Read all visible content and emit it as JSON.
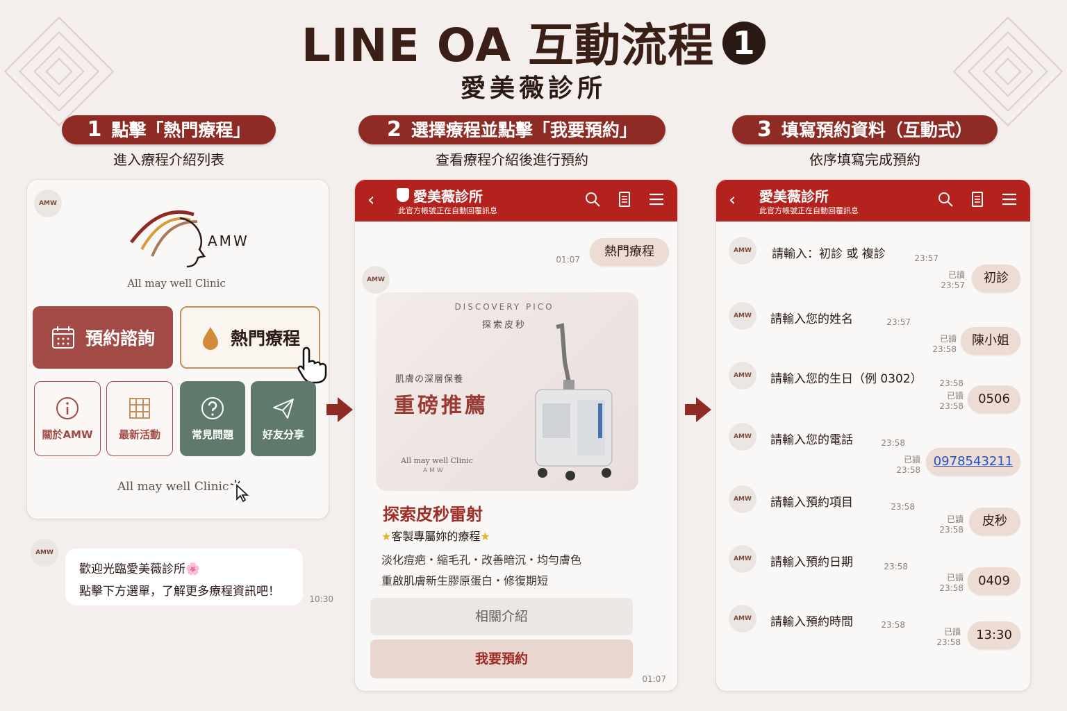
{
  "header": {
    "title": "LINE OA 互動流程",
    "title_number": "1",
    "subtitle": "愛美薇診所"
  },
  "steps": [
    {
      "num": "1",
      "label": "點擊「熱門療程」",
      "sub": "進入療程介紹列表"
    },
    {
      "num": "2",
      "label": "選擇療程並點擊「我要預約」",
      "sub": "查看療程介紹後進行預約"
    },
    {
      "num": "3",
      "label": "填寫預約資料（互動式）",
      "sub": "依序填寫完成預約"
    }
  ],
  "avatar_text": "AMW",
  "panel1": {
    "logo_text": "AMW",
    "logo_caption": "All may well Clinic",
    "buttons": {
      "booking": "預約諮詢",
      "hot": "熱門療程",
      "about": "關於AMW",
      "news": "最新活動",
      "faq": "常見問題",
      "share": "好友分享"
    },
    "footer": "All may well Clinic",
    "welcome_line1": "歡迎光臨愛美薇診所🌸",
    "welcome_line2": "點擊下方選單，了解更多療程資訊吧！",
    "welcome_time": "10:30"
  },
  "chat_header": {
    "name": "愛美薇診所",
    "auto_reply": "此官方帳號正在自動回覆訊息"
  },
  "panel2": {
    "sent_msg": "熱門療程",
    "sent_time": "01:07",
    "card": {
      "eyebrow": "DISCOVERY PICO",
      "eyebrow_cn": "探索皮秒",
      "tagline": "肌膚の深層保養",
      "headline": "重磅推薦",
      "brand": "All may well Clinic",
      "brand_sub": "AMW",
      "title": "探索皮秒雷射",
      "subtitle": "客製專屬妳的療程",
      "desc1": "淡化痘疤・縮毛孔・改善暗沉・均勻膚色",
      "desc2": "重啟肌膚新生膠原蛋白・修復期短"
    },
    "btn_info": "相關介紹",
    "btn_book": "我要預約",
    "card_time": "01:07"
  },
  "panel3": {
    "read_label": "已讀",
    "rows": [
      {
        "q": "請輸入：初診 或 複診",
        "q_time": "23:57",
        "a": "初診",
        "a_time": "23:57",
        "link": false
      },
      {
        "q": "請輸入您的姓名",
        "q_time": "23:57",
        "a": "陳小姐",
        "a_time": "23:58",
        "link": false
      },
      {
        "q": "請輸入您的生日（例 0302）",
        "q_time": "23:58",
        "a": "0506",
        "a_time": "23:58",
        "link": false
      },
      {
        "q": "請輸入您的電話",
        "q_time": "23:58",
        "a": "0978543211",
        "a_time": "23:58",
        "link": true
      },
      {
        "q": "請輸入預約項目",
        "q_time": "23:58",
        "a": "皮秒",
        "a_time": "23:58",
        "link": false
      },
      {
        "q": "請輸入預約日期",
        "q_time": "23:58",
        "a": "0409",
        "a_time": "23:58",
        "link": false
      },
      {
        "q": "請輸入預約時間",
        "q_time": "23:58",
        "a": "13:30",
        "a_time": "23:58",
        "link": false
      }
    ]
  },
  "colors": {
    "accent": "#8f2b25",
    "header_red": "#b3221d",
    "green": "#5f7a6d"
  }
}
